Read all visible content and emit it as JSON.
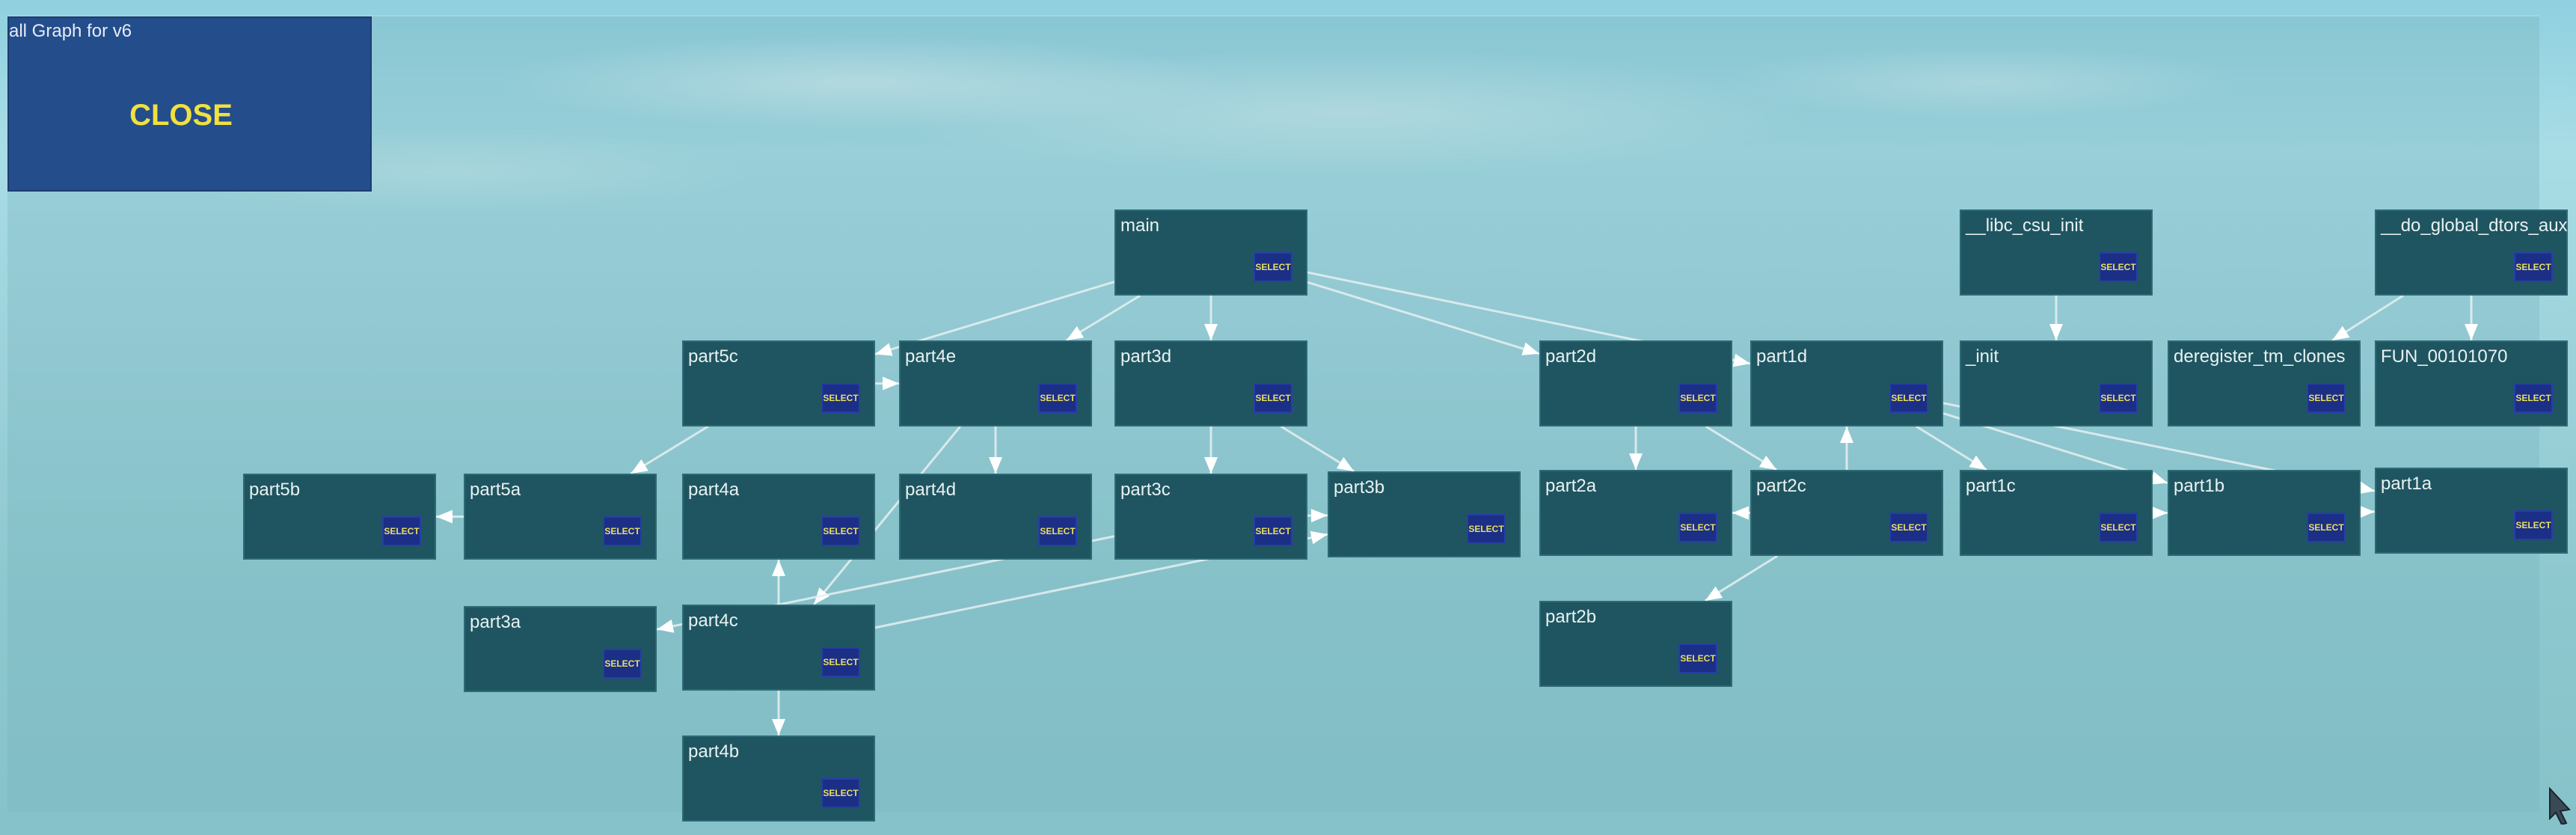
{
  "window": {
    "title": "all Graph for v6",
    "close_label": "CLOSE"
  },
  "select_label": "SELECT",
  "colors": {
    "node_fill": "#1f5560",
    "edge": "#e6f0f2",
    "select_fill": "#1c2f86",
    "close_text": "#f0e040"
  },
  "nodes": [
    {
      "id": "main",
      "label": "main"
    },
    {
      "id": "libc_csu_init",
      "label": "__libc_csu_init"
    },
    {
      "id": "do_global_dtors_aux",
      "label": "__do_global_dtors_aux"
    },
    {
      "id": "part5c",
      "label": "part5c"
    },
    {
      "id": "part4e",
      "label": "part4e"
    },
    {
      "id": "part3d",
      "label": "part3d"
    },
    {
      "id": "part2d",
      "label": "part2d"
    },
    {
      "id": "part1d",
      "label": "part1d"
    },
    {
      "id": "init",
      "label": "_init"
    },
    {
      "id": "deregister_tm_clones",
      "label": "deregister_tm_clones"
    },
    {
      "id": "fun_00101070",
      "label": "FUN_00101070"
    },
    {
      "id": "part5b",
      "label": "part5b"
    },
    {
      "id": "part5a",
      "label": "part5a"
    },
    {
      "id": "part4a",
      "label": "part4a"
    },
    {
      "id": "part4d",
      "label": "part4d"
    },
    {
      "id": "part3c",
      "label": "part3c"
    },
    {
      "id": "part3b",
      "label": "part3b"
    },
    {
      "id": "part2a",
      "label": "part2a"
    },
    {
      "id": "part2c",
      "label": "part2c"
    },
    {
      "id": "part1c",
      "label": "part1c"
    },
    {
      "id": "part1b",
      "label": "part1b"
    },
    {
      "id": "part1a",
      "label": "part1a"
    },
    {
      "id": "part3a",
      "label": "part3a"
    },
    {
      "id": "part4c",
      "label": "part4c"
    },
    {
      "id": "part2b",
      "label": "part2b"
    },
    {
      "id": "part4b",
      "label": "part4b"
    }
  ],
  "edges": [
    [
      "main",
      "part4e"
    ],
    [
      "main",
      "part3d"
    ],
    [
      "main",
      "part2d"
    ],
    [
      "main",
      "part1d"
    ],
    [
      "main",
      "part5c"
    ],
    [
      "libc_csu_init",
      "init"
    ],
    [
      "do_global_dtors_aux",
      "fun_00101070"
    ],
    [
      "do_global_dtors_aux",
      "deregister_tm_clones"
    ],
    [
      "part5c",
      "part5a"
    ],
    [
      "part4e",
      "part4d"
    ],
    [
      "part4e",
      "part4c"
    ],
    [
      "part3d",
      "part3c"
    ],
    [
      "part3d",
      "part3b"
    ],
    [
      "part2d",
      "part2a"
    ],
    [
      "part2d",
      "part2c"
    ],
    [
      "part1d",
      "part1c"
    ],
    [
      "part1d",
      "part1b"
    ],
    [
      "part1d",
      "part1a"
    ],
    [
      "part5a",
      "part5b"
    ],
    [
      "part3c",
      "part3b"
    ],
    [
      "part3c",
      "part3a"
    ],
    [
      "part2c",
      "part2a"
    ],
    [
      "part2c",
      "part2b"
    ],
    [
      "part1c",
      "part1b"
    ],
    [
      "part1b",
      "part1a"
    ],
    [
      "part4c",
      "part4a"
    ],
    [
      "part4c",
      "part4b"
    ],
    [
      "part4c",
      "part3b"
    ],
    [
      "part5c",
      "part4e"
    ],
    [
      "part2c",
      "part1d"
    ]
  ]
}
